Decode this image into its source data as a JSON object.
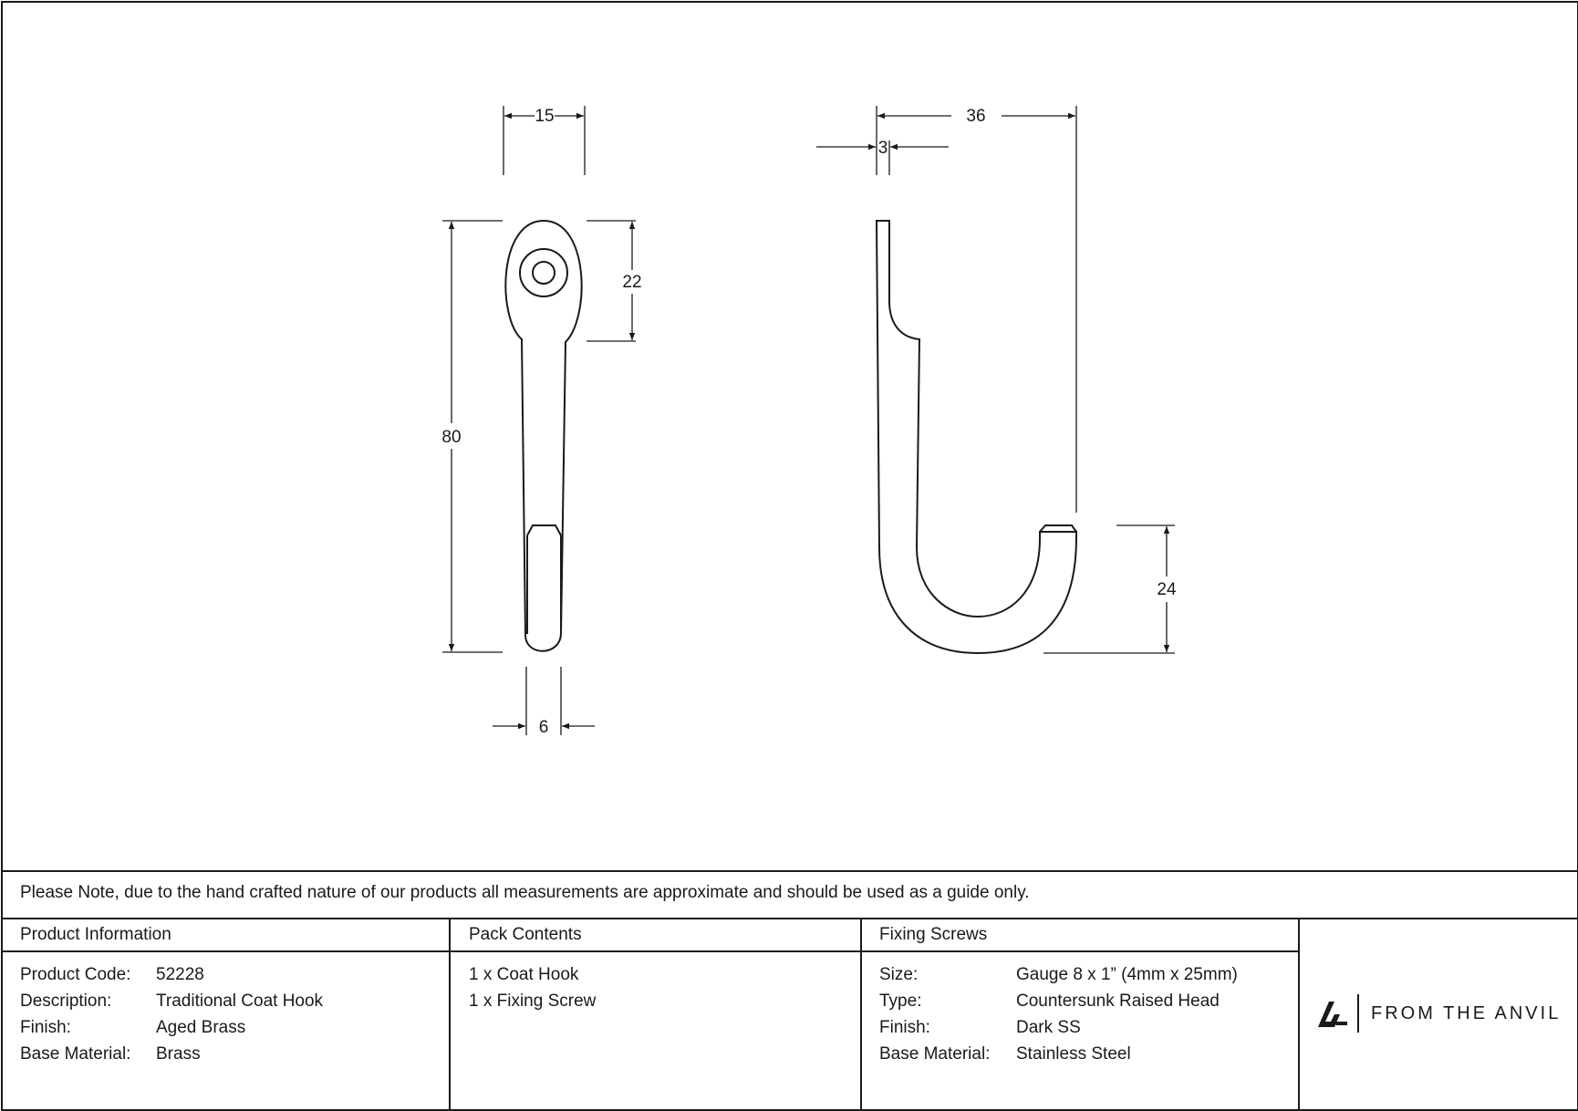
{
  "dimensions": {
    "head_width": "15",
    "height": "80",
    "plate_length": "22",
    "tip_width": "6",
    "projection": "36",
    "plate_thickness": "3",
    "hook_depth": "24"
  },
  "note": "Please Note, due to the hand crafted nature of our products all measurements are approximate and should be used as a guide only.",
  "product_info": {
    "heading": "Product Information",
    "rows": [
      {
        "label": "Product Code:",
        "value": "52228"
      },
      {
        "label": "Description:",
        "value": "Traditional Coat Hook"
      },
      {
        "label": "Finish:",
        "value": "Aged Brass"
      },
      {
        "label": "Base Material:",
        "value": "Brass"
      }
    ]
  },
  "pack_contents": {
    "heading": "Pack Contents",
    "items": [
      "1 x Coat Hook",
      "1 x Fixing Screw"
    ]
  },
  "fixing_screws": {
    "heading": "Fixing Screws",
    "rows": [
      {
        "label": "Size:",
        "value": "Gauge 8 x 1” (4mm x 25mm)"
      },
      {
        "label": "Type:",
        "value": "Countersunk Raised Head"
      },
      {
        "label": "Finish:",
        "value": "Dark SS"
      },
      {
        "label": "Base Material:",
        "value": "Stainless Steel"
      }
    ]
  },
  "logo": {
    "text": "FROM THE ANVIL",
    "icon": "anvil-logo-icon"
  },
  "colors": {
    "ink": "#1a1a1a",
    "background": "#ffffff"
  }
}
